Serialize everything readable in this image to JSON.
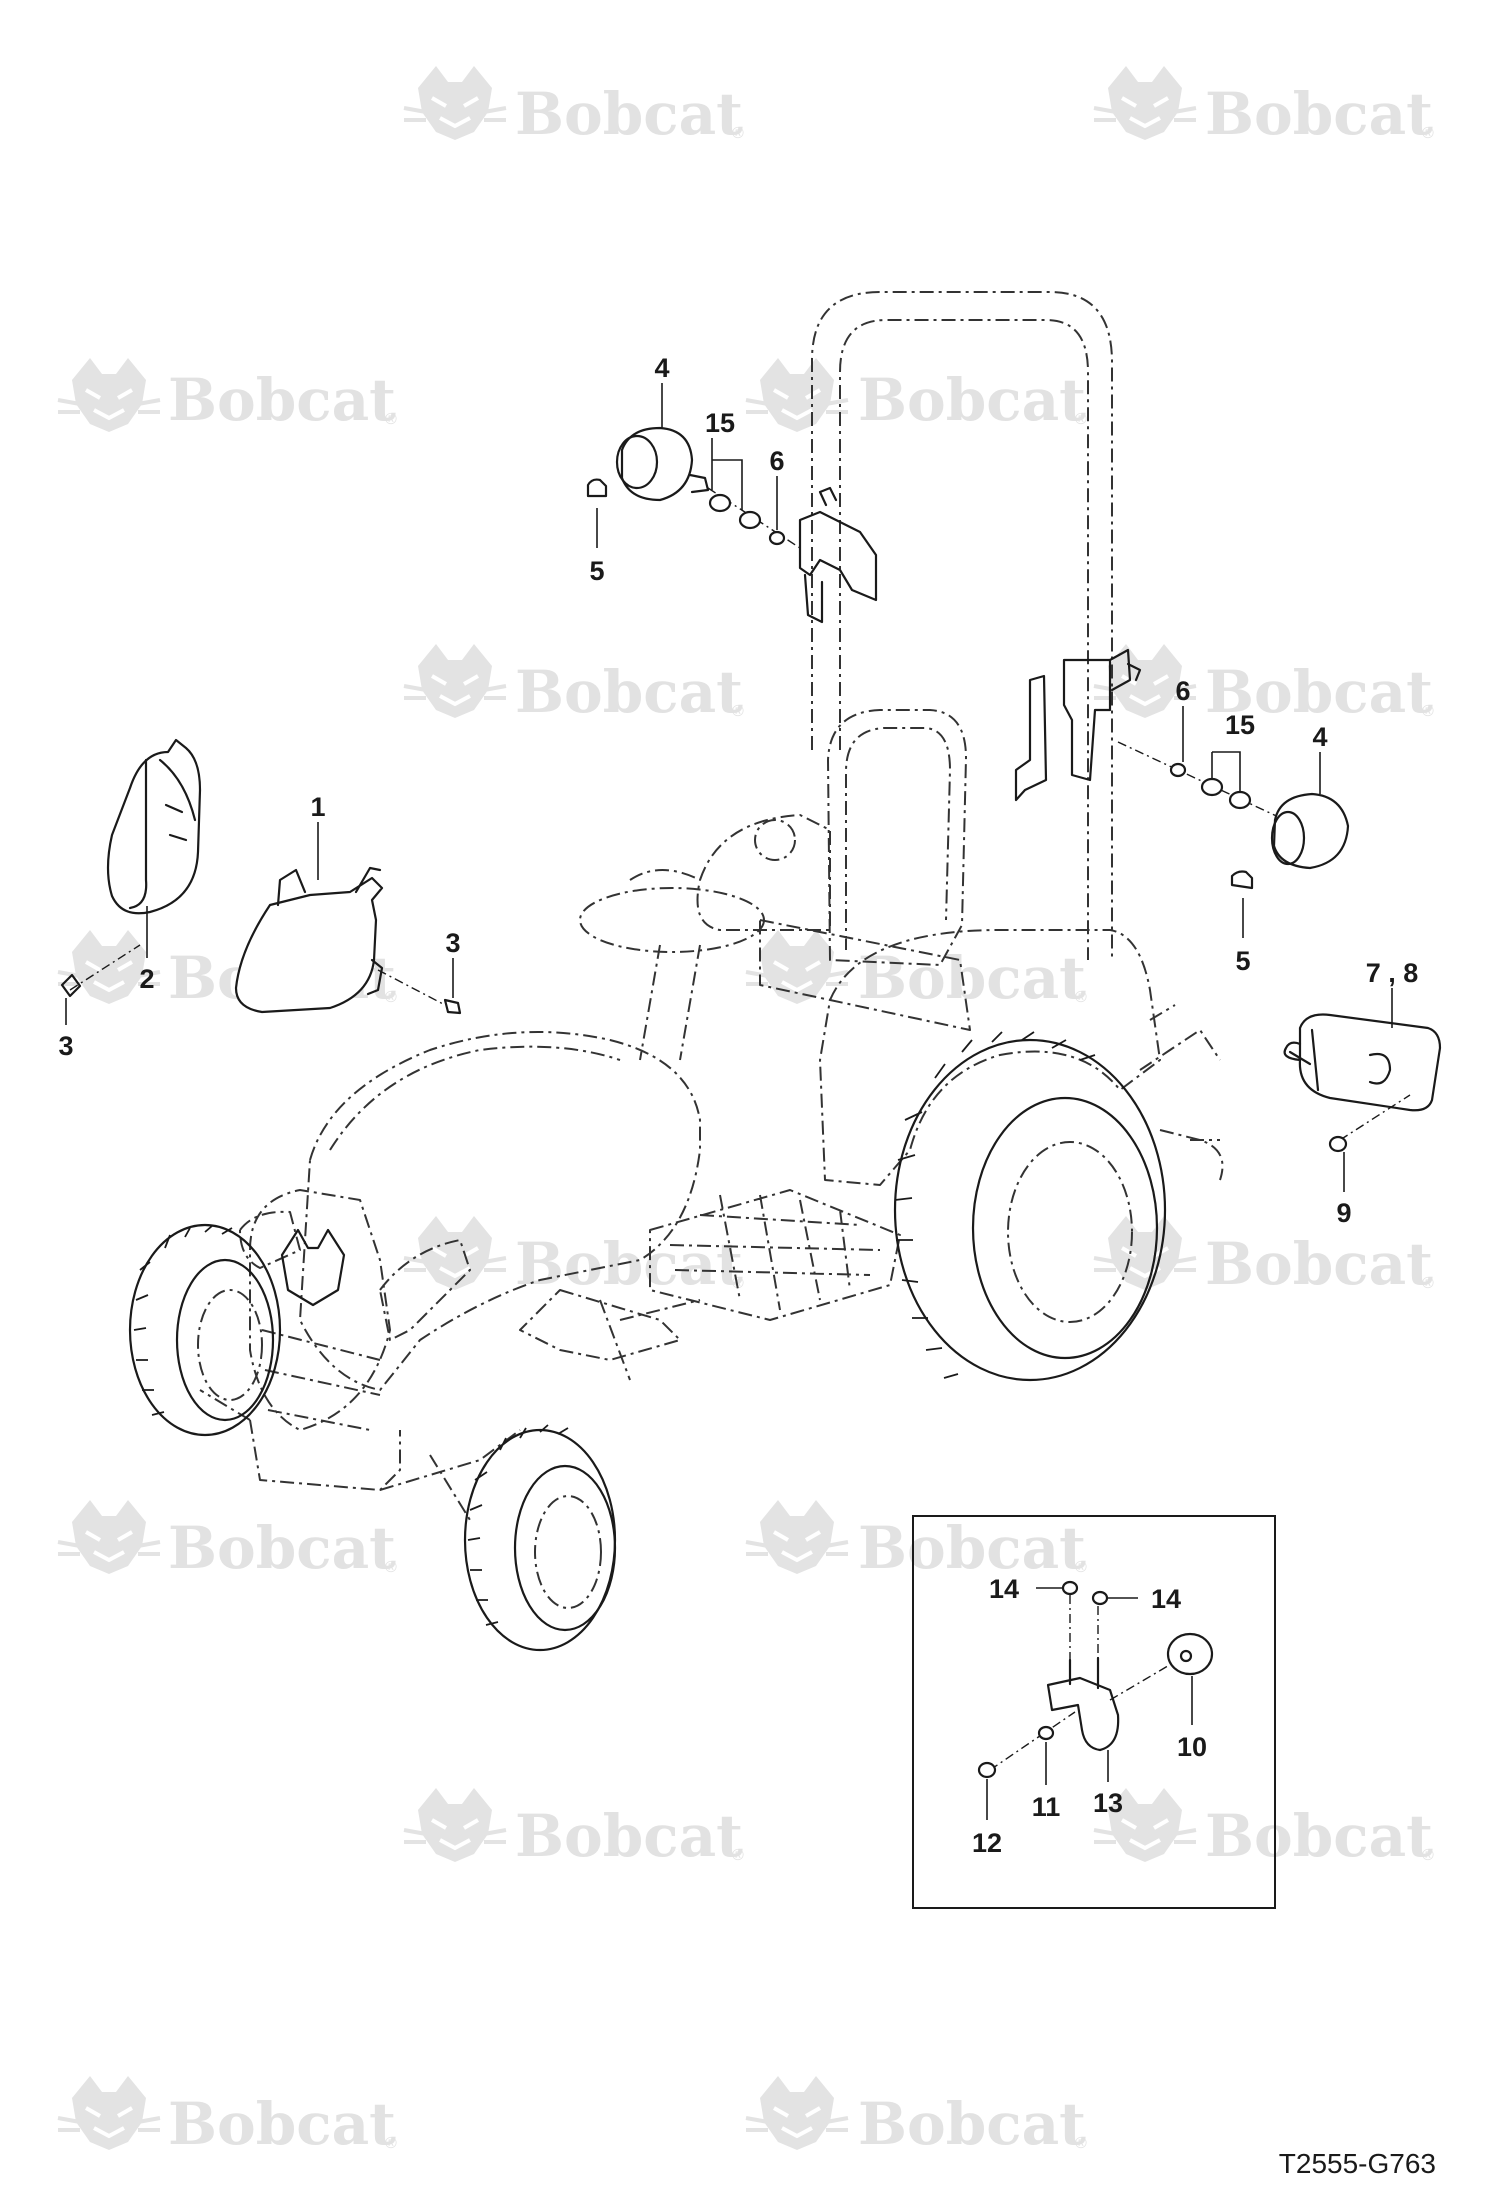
{
  "watermark": {
    "brand": "Bobcat",
    "registered_mark": "®"
  },
  "drawing_number": "T2555-G763",
  "callouts": [
    {
      "id": "c-1",
      "label": "1"
    },
    {
      "id": "c-2",
      "label": "2"
    },
    {
      "id": "c-3a",
      "label": "3"
    },
    {
      "id": "c-3b",
      "label": "3"
    },
    {
      "id": "c-4a",
      "label": "4"
    },
    {
      "id": "c-4b",
      "label": "4"
    },
    {
      "id": "c-5a",
      "label": "5"
    },
    {
      "id": "c-5b",
      "label": "5"
    },
    {
      "id": "c-6a",
      "label": "6"
    },
    {
      "id": "c-6b",
      "label": "6"
    },
    {
      "id": "c-78",
      "label": "7 , 8"
    },
    {
      "id": "c-9",
      "label": "9"
    },
    {
      "id": "c-10",
      "label": "10"
    },
    {
      "id": "c-11",
      "label": "11"
    },
    {
      "id": "c-12",
      "label": "12"
    },
    {
      "id": "c-13",
      "label": "13"
    },
    {
      "id": "c-14a",
      "label": "14"
    },
    {
      "id": "c-14b",
      "label": "14"
    },
    {
      "id": "c-15a",
      "label": "15"
    },
    {
      "id": "c-15b",
      "label": "15"
    }
  ]
}
